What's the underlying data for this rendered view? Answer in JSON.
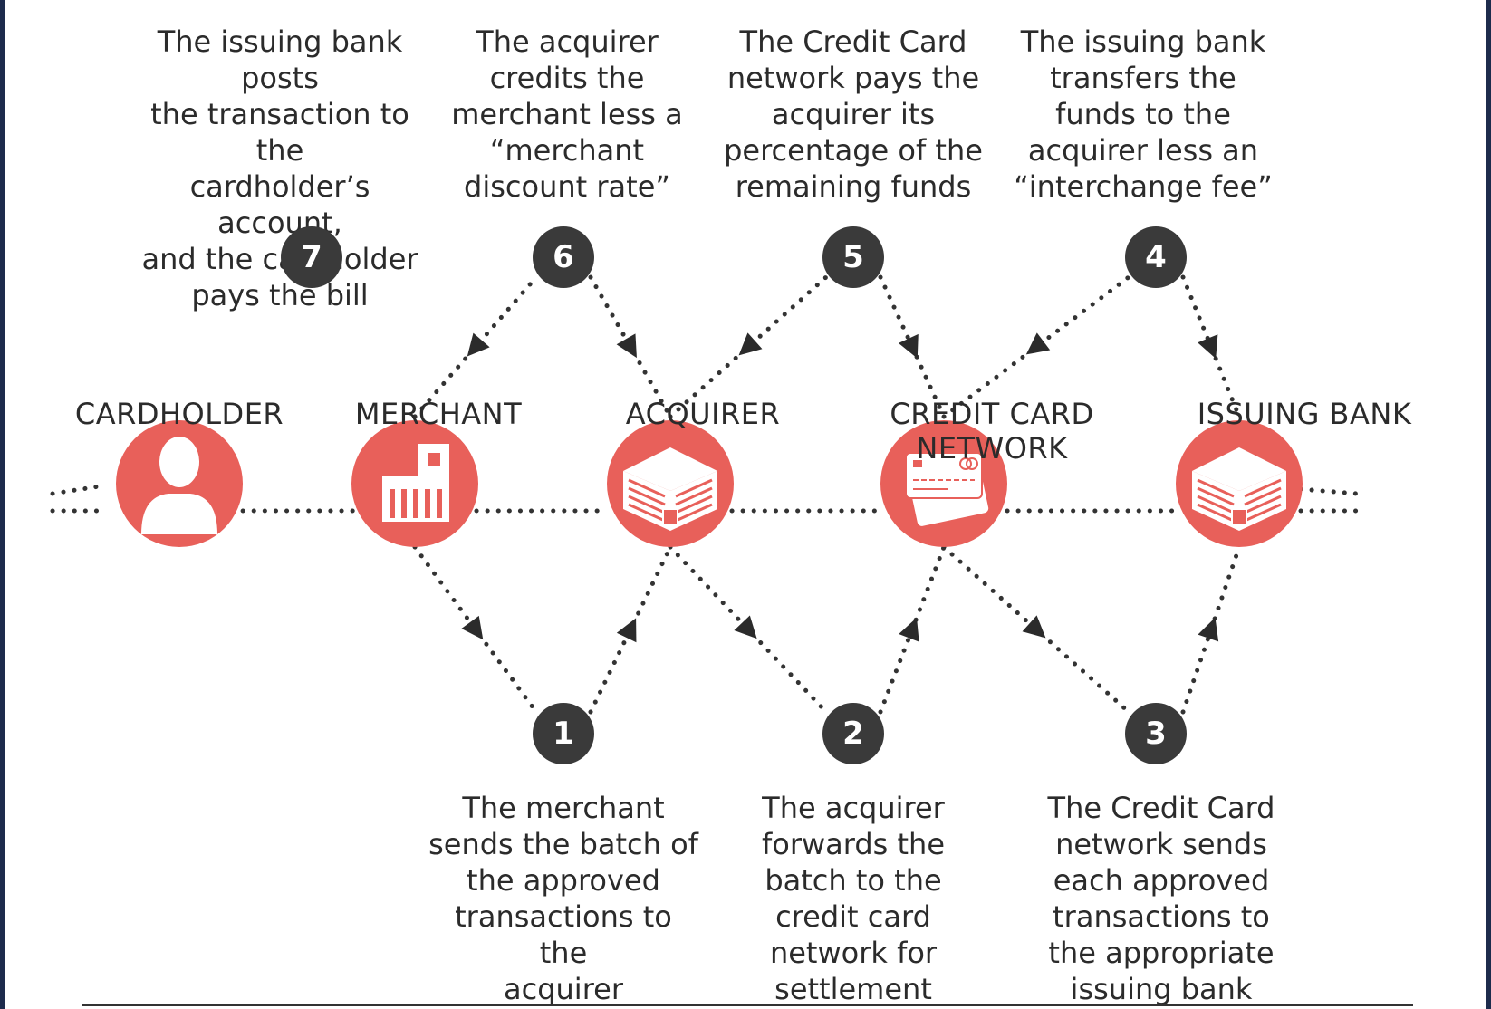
{
  "entities": [
    {
      "id": "cardholder",
      "label": "CARDHOLDER",
      "icon": "person-icon"
    },
    {
      "id": "merchant",
      "label": "MERCHANT",
      "icon": "storefront-icon"
    },
    {
      "id": "acquirer",
      "label": "ACQUIRER",
      "icon": "bank-building-icon"
    },
    {
      "id": "network",
      "label": "CREDIT CARD NETWORK",
      "icon": "credit-card-icon"
    },
    {
      "id": "issuer",
      "label": "ISSUING BANK",
      "icon": "bank-building-icon"
    }
  ],
  "steps": [
    {
      "number": "1",
      "text": "The merchant\nsends the batch of\nthe approved\ntransactions to the\nacquirer"
    },
    {
      "number": "2",
      "text": "The acquirer\nforwards the\nbatch to the\ncredit card\nnetwork for\nsettlement"
    },
    {
      "number": "3",
      "text": "The Credit Card\nnetwork sends\neach approved\ntransactions to\nthe appropriate\nissuing bank"
    },
    {
      "number": "4",
      "text": "The issuing bank\ntransfers the\nfunds to the\nacquirer less an\n“interchange fee”"
    },
    {
      "number": "5",
      "text": "The Credit Card\nnetwork pays the\nacquirer its\npercentage of the\nremaining funds"
    },
    {
      "number": "6",
      "text": "The acquirer\ncredits the\nmerchant less a\n“merchant\ndiscount rate”"
    },
    {
      "number": "7",
      "text": "The issuing bank posts\nthe transaction to the\ncardholder’s account,\nand the cardholder\npays the bill"
    }
  ],
  "colors": {
    "accent": "#e8605a",
    "badge": "#3a3a3a",
    "connector": "#333333"
  }
}
